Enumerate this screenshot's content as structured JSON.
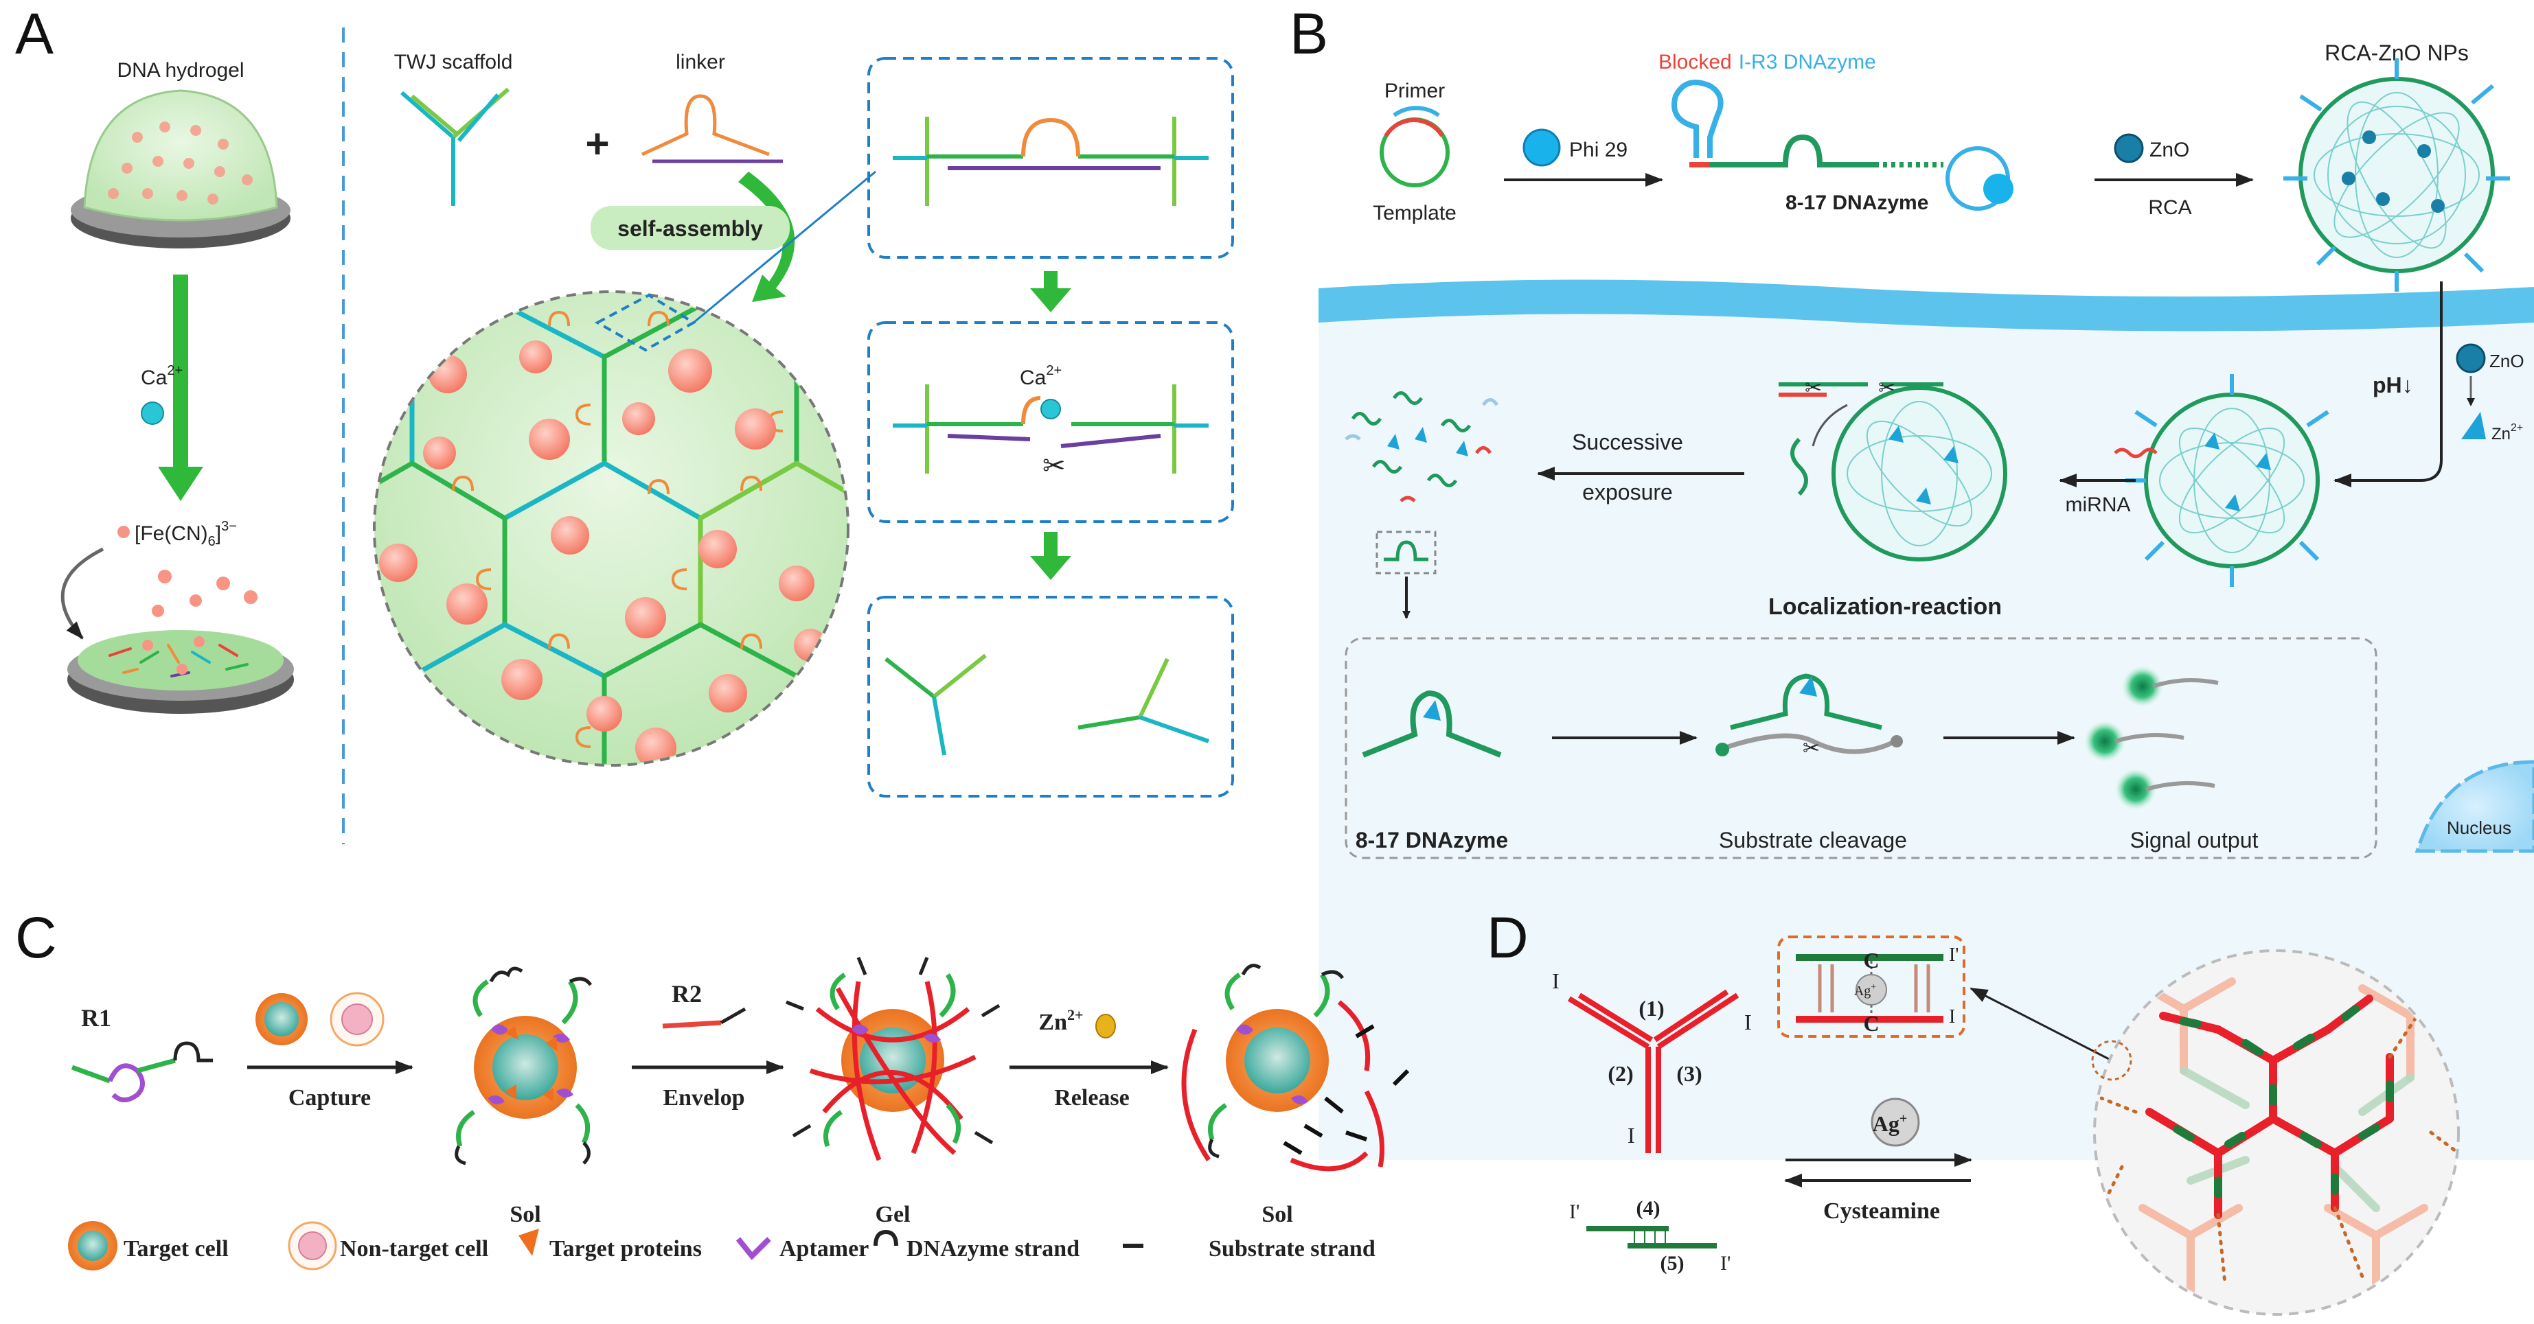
{
  "panels": {
    "A": {
      "letter": "A",
      "dna_hydrogel": "DNA hydrogel",
      "ion": "Ca",
      "ion_sup": "2+",
      "ferricyanide_a": "[Fe(CN)",
      "ferricyanide_sub": "6",
      "ferricyanide_b": "]",
      "ferricyanide_sup": "3−",
      "twj": "TWJ scaffold",
      "plus": "+",
      "linker": "linker",
      "self_assembly": "self-assembly",
      "ca_label": "Ca",
      "ca_sup": "2+",
      "colors": {
        "teal": "#1bb6c4",
        "green": "#2db34a",
        "orange": "#f08a3c",
        "purple": "#6a3fa0",
        "sphere": "#f79483"
      }
    },
    "B": {
      "letter": "B",
      "primer": "Primer",
      "template": "Template",
      "phi29": "Phi 29",
      "blocked": "Blocked",
      "ir3": "I-R3 DNAzyme",
      "dnazyme817_top": "8-17 DNAzyme",
      "zno": "ZnO",
      "rca": "RCA",
      "rca_zno": "RCA-ZnO NPs",
      "zno_small": "ZnO",
      "ph": "pH↓",
      "zn": "Zn",
      "zn_sup": "2+",
      "mirna": "miRNA",
      "successive": "Successive",
      "exposure": "exposure",
      "localization": "Localization-reaction",
      "dnazyme817": "8-17 DNAzyme",
      "substrate_cleavage": "Substrate cleavage",
      "signal_output": "Signal output",
      "nucleus": "Nucleus",
      "colors": {
        "red": "#e8443a",
        "blue": "#36b0e6",
        "green": "#1f9a5c",
        "membrane": "#5cc4ec"
      }
    },
    "C": {
      "letter": "C",
      "r1": "R1",
      "capture": "Capture",
      "sol1": "Sol",
      "r2": "R2",
      "envelop": "Envelop",
      "gel": "Gel",
      "zn": "Zn",
      "zn_sup": "2+",
      "release": "Release",
      "sol2": "Sol",
      "legend": {
        "target_cell": "Target cell",
        "non_target_cell": "Non-target cell",
        "target_proteins": "Target proteins",
        "aptamer": "Aptamer",
        "dnazyme_strand": "DNAzyme strand",
        "substrate_strand": "Substrate strand"
      }
    },
    "D": {
      "letter": "D",
      "i1": "I",
      "i2": "I",
      "i3": "I",
      "n1": "(1)",
      "n2": "(2)",
      "n3": "(3)",
      "n4": "(4)",
      "n5": "(5)",
      "ip1": "I'",
      "ip2": "I'",
      "c_top": "C",
      "c_bot": "C",
      "ag_small": "Ag",
      "ag_small_sup": "+",
      "ip_box": "I'",
      "i_box": "I",
      "ag": "Ag",
      "ag_sup": "+",
      "cysteamine": "Cysteamine"
    }
  }
}
